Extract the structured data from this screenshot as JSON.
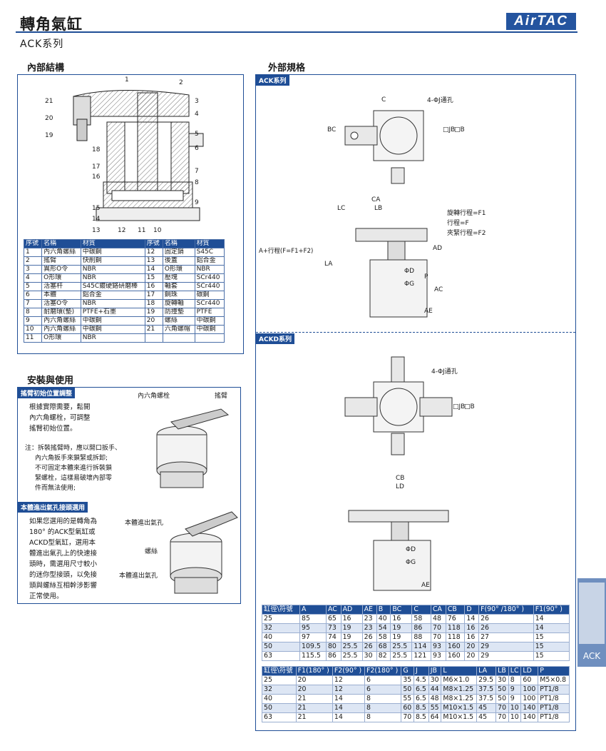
{
  "header": {
    "title": "轉角氣缸",
    "series": "ACK系列",
    "logo": "AirTAC"
  },
  "left": {
    "internal_title": "內部結構",
    "part_numbers": [
      "1",
      "2",
      "3",
      "4",
      "5",
      "6",
      "7",
      "8",
      "9",
      "10",
      "11",
      "12",
      "13",
      "14",
      "15",
      "16",
      "17",
      "18",
      "19",
      "20",
      "21"
    ],
    "parts_headers": [
      "序號",
      "名稱",
      "材質",
      "序號",
      "名稱",
      "材質"
    ],
    "parts_rows": [
      [
        "1",
        "內六角螺絲",
        "中碳鋼",
        "12",
        "固定銷",
        "S45C"
      ],
      [
        "2",
        "搖臂",
        "快削鋼",
        "13",
        "後蓋",
        "鋁合金"
      ],
      [
        "3",
        "異形O令",
        "NBR",
        "14",
        "O形環",
        "NBR"
      ],
      [
        "4",
        "O形環",
        "NBR",
        "15",
        "壓塊",
        "SCr440"
      ],
      [
        "5",
        "活塞杆",
        "S45C鍍硬鉻研磨棒",
        "16",
        "軸套",
        "SCr440"
      ],
      [
        "6",
        "本體",
        "鋁合金",
        "17",
        "鋼珠",
        "碳鋼"
      ],
      [
        "7",
        "活塞O令",
        "NBR",
        "18",
        "旋轉軸",
        "SCr440"
      ],
      [
        "8",
        "耐磨環(墊)",
        "PTFE+石墨",
        "19",
        "防撞墊",
        "PTFE"
      ],
      [
        "9",
        "內六角螺絲",
        "中碳鋼",
        "20",
        "螺絲",
        "中碳鋼"
      ],
      [
        "10",
        "內六角螺絲",
        "中碳鋼",
        "21",
        "六角螺帽",
        "中碳鋼"
      ],
      [
        "11",
        "O形環",
        "NBR",
        "",
        "",
        ""
      ]
    ],
    "install_title": "安裝與使用",
    "tag1": "搖臂初始位置調整",
    "text1": [
      "根據實際需要，鬆開",
      "內六角螺栓，可調整",
      "搖臂初始位置。"
    ],
    "note1": [
      "注：拆裝搖臂時，應以開口扳手、",
      "內六角扳手來鎖緊或拆卸;",
      "不可固定本體來進行拆裝鎖",
      "緊螺栓，這樣易破壞內部零",
      "件而無法使用;"
    ],
    "callout1a": "內六角螺栓",
    "callout1b": "搖臂",
    "tag2": "本體進出氣孔接頭選用",
    "text2": [
      "如果您選用的是轉角為",
      "180° 的ACK型氣缸或",
      "ACKD型氣缸，選用本",
      "體進出氣孔上的快速接",
      "頭時，需選用尺寸較小",
      "的迷你型接頭，以免接",
      "頭與螺絲互相幹涉影響",
      "正常使用。"
    ],
    "callout2a": "本體進出氣孔",
    "callout2b": "螺絲",
    "callout2c": "本體進出氣孔"
  },
  "right": {
    "external_title": "外部規格",
    "tag_ack": "ACK系列",
    "tag_ackd": "ACKD系列",
    "dim_labels": {
      "c": "C",
      "hole": "4-ΦJ通孔",
      "bc": "BC",
      "jb": "□JB",
      "b": "□B",
      "ca": "CA",
      "lc": "LC",
      "lb": "LB",
      "stroke": "A+行程(F=F1+F2)",
      "la": "LA",
      "ad": "AD",
      "f": "行程=F",
      "f1": "旋轉行程=F1",
      "f2": "夾緊行程=F2",
      "d": "ΦD",
      "g": "ΦG",
      "p": "P",
      "ac": "AC",
      "ae": "AE",
      "cb": "CB",
      "ld": "LD"
    },
    "table1": {
      "headers": [
        "缸徑\\符號",
        "A",
        "AC",
        "AD",
        "AE",
        "B",
        "BC",
        "C",
        "CA",
        "CB",
        "D",
        "F(90° /180° )",
        "F1(90° )"
      ],
      "rows": [
        [
          "25",
          "85",
          "65",
          "16",
          "23",
          "40",
          "16",
          "58",
          "48",
          "76",
          "14",
          "26",
          "14"
        ],
        [
          "32",
          "95",
          "73",
          "19",
          "23",
          "54",
          "19",
          "86",
          "70",
          "118",
          "16",
          "26",
          "14"
        ],
        [
          "40",
          "97",
          "74",
          "19",
          "26",
          "58",
          "19",
          "88",
          "70",
          "118",
          "16",
          "27",
          "15"
        ],
        [
          "50",
          "109.5",
          "80",
          "25.5",
          "26",
          "68",
          "25.5",
          "114",
          "93",
          "160",
          "20",
          "29",
          "15"
        ],
        [
          "63",
          "115.5",
          "86",
          "25.5",
          "30",
          "82",
          "25.5",
          "121",
          "93",
          "160",
          "20",
          "29",
          "15"
        ]
      ]
    },
    "table2": {
      "headers": [
        "缸徑\\符號",
        "F1(180° )",
        "F2(90° )",
        "F2(180° )",
        "G",
        "J",
        "JB",
        "L",
        "LA",
        "LB",
        "LC",
        "LD",
        "P"
      ],
      "rows": [
        [
          "25",
          "20",
          "12",
          "6",
          "35",
          "4.5",
          "30",
          "M6×1.0",
          "29.5",
          "30",
          "8",
          "60",
          "M5×0.8"
        ],
        [
          "32",
          "20",
          "12",
          "6",
          "50",
          "6.5",
          "44",
          "M8×1.25",
          "37.5",
          "50",
          "9",
          "100",
          "PT1/8"
        ],
        [
          "40",
          "21",
          "14",
          "8",
          "55",
          "6.5",
          "48",
          "M8×1.25",
          "37.5",
          "50",
          "9",
          "100",
          "PT1/8"
        ],
        [
          "50",
          "21",
          "14",
          "8",
          "60",
          "8.5",
          "55",
          "M10×1.5",
          "45",
          "70",
          "10",
          "140",
          "PT1/8"
        ],
        [
          "63",
          "21",
          "14",
          "8",
          "70",
          "8.5",
          "64",
          "M10×1.5",
          "45",
          "70",
          "10",
          "140",
          "PT1/8"
        ]
      ]
    }
  },
  "side_tab": {
    "label": "ACK"
  }
}
